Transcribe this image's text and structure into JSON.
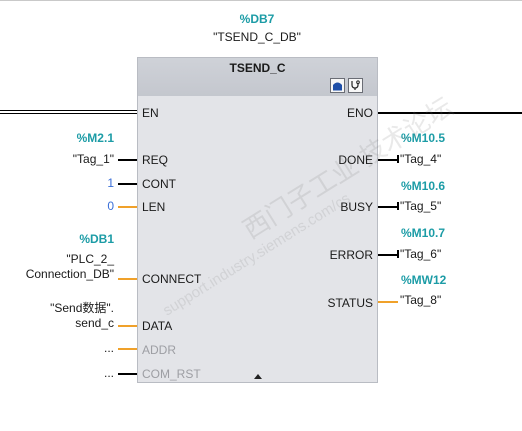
{
  "instance": {
    "address": "%DB7",
    "name": "\"TSEND_C_DB\""
  },
  "block": {
    "title": "TSEND_C",
    "icons": [
      "block-interface-icon",
      "stethoscope-icon"
    ]
  },
  "inputs": {
    "en": {
      "pin": "EN"
    },
    "req": {
      "pin": "REQ",
      "address": "%M2.1",
      "tag": "\"Tag_1\""
    },
    "cont": {
      "pin": "CONT",
      "value": "1"
    },
    "len": {
      "pin": "LEN",
      "value": "0"
    },
    "connect": {
      "pin": "CONNECT",
      "address": "%DB1",
      "tag_line1": "\"PLC_2_",
      "tag_line2": "Connection_DB\""
    },
    "data": {
      "pin": "DATA",
      "tag_line1": "\"Send数据\".",
      "tag_line2": "send_c"
    },
    "addr": {
      "pin": "ADDR",
      "value": "..."
    },
    "com_rst": {
      "pin": "COM_RST",
      "value": "..."
    }
  },
  "outputs": {
    "eno": {
      "pin": "ENO"
    },
    "done": {
      "pin": "DONE",
      "address": "%M10.5",
      "tag": "\"Tag_4\""
    },
    "busy": {
      "pin": "BUSY",
      "address": "%M10.6",
      "tag": "\"Tag_5\""
    },
    "error": {
      "pin": "ERROR",
      "address": "%M10.7",
      "tag": "\"Tag_6\""
    },
    "status": {
      "pin": "STATUS",
      "address": "%MW12",
      "tag": "\"Tag_8\""
    }
  },
  "watermark": {
    "line1": "西门子工业 技术论坛",
    "line2": "support.industry.siemens.com/cs"
  },
  "colors": {
    "address": "#1c9ca6",
    "constant": "#3a6fd8",
    "orange_wire": "#f0a12a",
    "block_bg": "#e3e4e8",
    "header_bg": "#c4c7ce",
    "disabled_pin": "#9d9ea3"
  }
}
